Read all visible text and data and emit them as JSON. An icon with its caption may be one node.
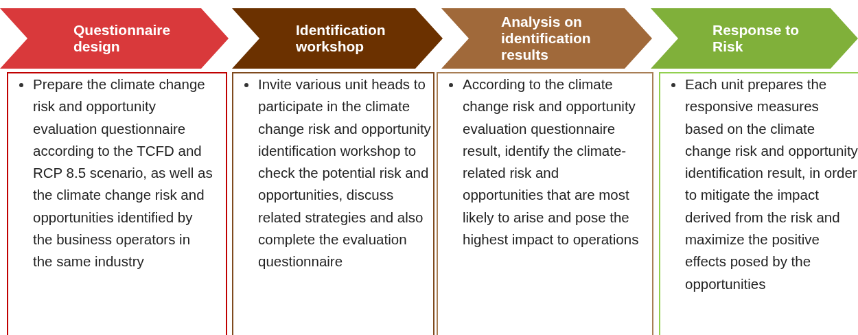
{
  "diagram": {
    "nodes": [
      {
        "text": [
          "Questionnaire design"
        ]
      },
      {
        "text": [
          "Identification workshop"
        ]
      },
      {
        "text": [
          "Analysis on identification results"
        ]
      },
      {
        "text": [
          "Response to Risk"
        ]
      },
      {
        "text": [
          "Prepare the climate change risk and opportunity evaluation questionnaire according to the TCFD and RCP 8.5 scenario, as well as the climate change risk and opportunities identified by the business operators in the same industry"
        ]
      },
      {
        "text": [
          "Invite various unit heads to participate in the climate change risk and opportunity identification workshop to check the potential risk and opportunities, discuss related strategies and also complete the evaluation questionnaire"
        ]
      },
      {
        "text": [
          "According to the climate change risk and opportunity evaluation questionnaire result, identify the climate-related risk and opportunities that are most likely to arise and pose the highest impact to operations"
        ]
      },
      {
        "text": [
          "Each unit prepares the responsive measures based on the climate change risk and opportunity identification result, in order to mitigate the impact derived from the risk and maximize the positive effects posed by the opportunities"
        ]
      }
    ],
    "edges": []
  }
}
